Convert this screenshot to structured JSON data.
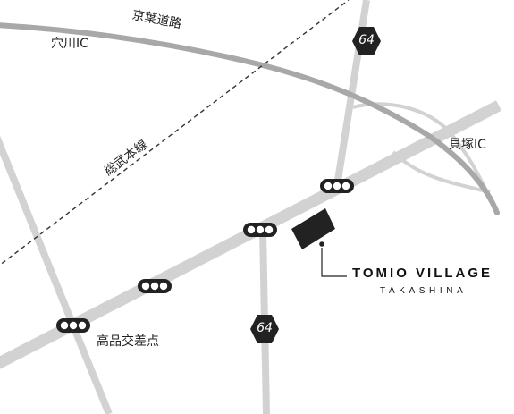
{
  "labels": {
    "keiyo_road": "京葉道路",
    "anagawa_ic": "穴川IC",
    "sobu_line": "総武本線",
    "kaizuka_ic": "貝塚IC",
    "takashina_intersection": "高品交差点"
  },
  "route": {
    "number": "64"
  },
  "destination": {
    "name": "TOMIO VILLAGE",
    "sub": "TAKASHINA"
  },
  "colors": {
    "road": "#d2d2d2",
    "highway": "#a8a8a8",
    "railway": "#333333",
    "signal": "#222222",
    "building": "#222222",
    "shield": "#222222"
  }
}
